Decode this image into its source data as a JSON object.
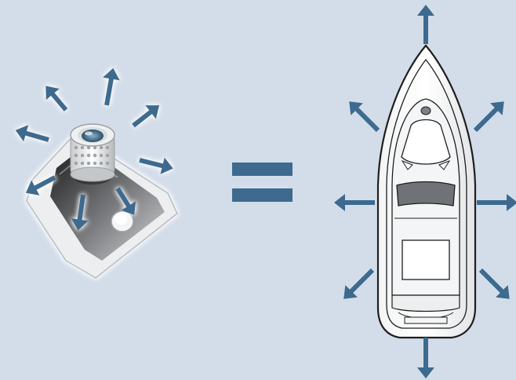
{
  "diagram": {
    "kind": "control-equivalence",
    "colors": {
      "background": "#d3dde9",
      "arrow": "#3d6a8e",
      "equals": "#3d6a8e",
      "device_body": "#e8eaeb",
      "boat_hull": "#e6e8ea",
      "boat_outline": "#222222"
    },
    "left": {
      "name": "joystick-control",
      "directions": 8
    },
    "operator": "equals",
    "right": {
      "name": "boat-top-view",
      "directions": 8
    }
  }
}
